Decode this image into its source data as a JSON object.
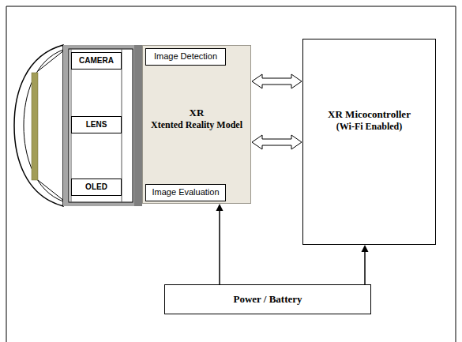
{
  "diagram": {
    "nodes": [
      {
        "text": [
          "CAMERA"
        ]
      },
      {
        "text": [
          "LENS"
        ]
      },
      {
        "text": [
          "OLED"
        ]
      },
      {
        "text": [
          "XR",
          "Xtented Reality Model"
        ]
      },
      {
        "text": [
          "Image Detection"
        ],
        "in": 3
      },
      {
        "text": [
          "Image Evaluation"
        ],
        "in": 3
      },
      {
        "text": [
          "XR Micocontroller",
          "(Wi-Fi Enabled)"
        ]
      },
      {
        "text": [
          "Power / Battery"
        ]
      }
    ],
    "edges": [
      {
        "from": 3,
        "to": 6,
        "arrow": "both"
      },
      {
        "from": 3,
        "to": 6,
        "arrow": "both"
      },
      {
        "from": 7,
        "to": 3,
        "arrow": "to"
      },
      {
        "from": 7,
        "to": 6,
        "arrow": "to"
      }
    ]
  }
}
